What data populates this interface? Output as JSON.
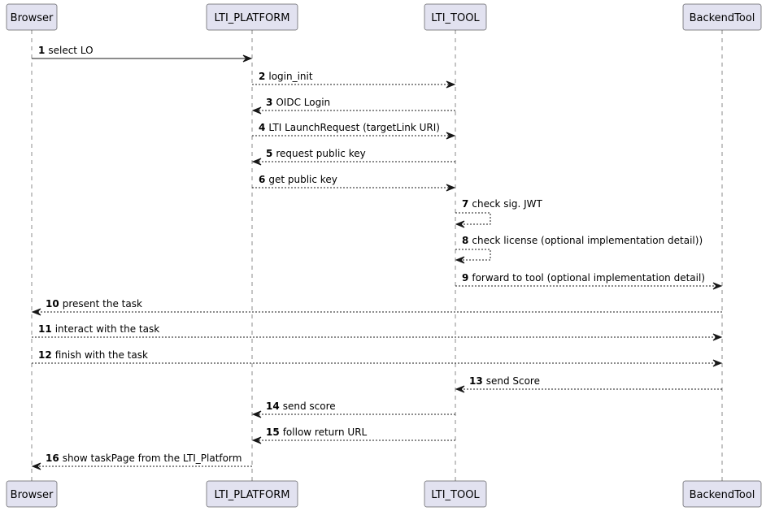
{
  "participants": [
    {
      "id": "browser",
      "label": "Browser"
    },
    {
      "id": "platform",
      "label": "LTI_PLATFORM"
    },
    {
      "id": "tool",
      "label": "LTI_TOOL"
    },
    {
      "id": "backend",
      "label": "BackendTool"
    }
  ],
  "messages": [
    {
      "num": "1",
      "text": "select LO",
      "from": "browser",
      "to": "platform",
      "style": "solid"
    },
    {
      "num": "2",
      "text": "login_init",
      "from": "platform",
      "to": "tool",
      "style": "dashed"
    },
    {
      "num": "3",
      "text": "OIDC Login",
      "from": "tool",
      "to": "platform",
      "style": "dashed"
    },
    {
      "num": "4",
      "text": "LTI LaunchRequest (targetLink URI)",
      "from": "platform",
      "to": "tool",
      "style": "dashed"
    },
    {
      "num": "5",
      "text": "request public key",
      "from": "tool",
      "to": "platform",
      "style": "dashed"
    },
    {
      "num": "6",
      "text": "get public key",
      "from": "platform",
      "to": "tool",
      "style": "dashed"
    },
    {
      "num": "7",
      "text": "check sig. JWT",
      "from": "tool",
      "to": "tool",
      "style": "dashed"
    },
    {
      "num": "8",
      "text": "check license (optional implementation detail))",
      "from": "tool",
      "to": "tool",
      "style": "dashed"
    },
    {
      "num": "9",
      "text": "forward to tool (optional implementation detail)",
      "from": "tool",
      "to": "backend",
      "style": "dashed"
    },
    {
      "num": "10",
      "text": "present the task",
      "from": "backend",
      "to": "browser",
      "style": "dashed"
    },
    {
      "num": "11",
      "text": "interact with the task",
      "from": "browser",
      "to": "backend",
      "style": "dashed"
    },
    {
      "num": "12",
      "text": "finish with the task",
      "from": "browser",
      "to": "backend",
      "style": "dashed"
    },
    {
      "num": "13",
      "text": "send Score",
      "from": "backend",
      "to": "tool",
      "style": "dashed"
    },
    {
      "num": "14",
      "text": "send score",
      "from": "tool",
      "to": "platform",
      "style": "dashed"
    },
    {
      "num": "15",
      "text": "follow return URL",
      "from": "tool",
      "to": "platform",
      "style": "dashed"
    },
    {
      "num": "16",
      "text": "show taskPage from the LTI_Platform",
      "from": "platform",
      "to": "browser",
      "style": "dashed"
    }
  ]
}
